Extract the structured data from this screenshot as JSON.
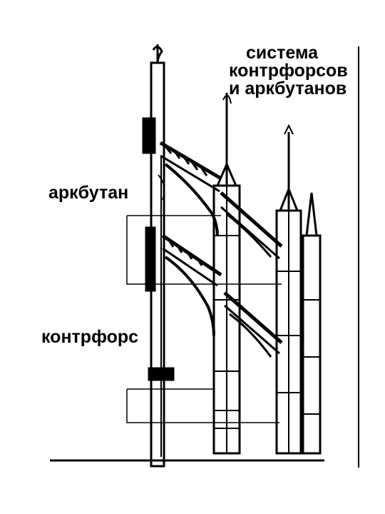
{
  "labels": {
    "system_line1": "система",
    "system_line2": "контрфорсов",
    "system_line3": "и аркбутанов",
    "arkbutan": "аркбутан",
    "kontrfors": "контрфорс"
  }
}
